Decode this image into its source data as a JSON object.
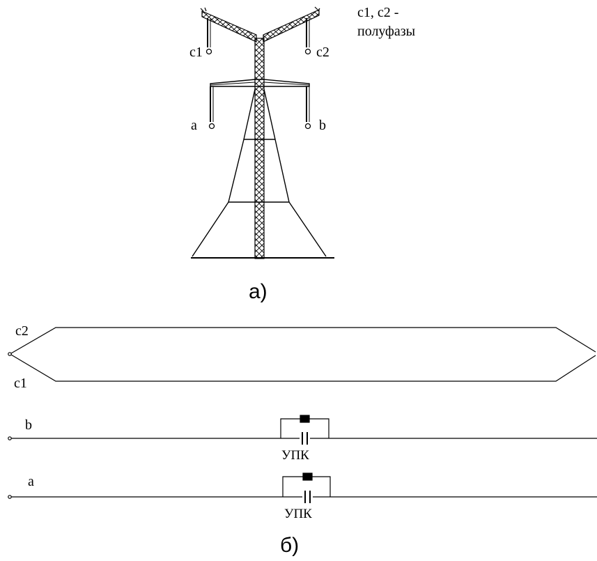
{
  "tower": {
    "phase_labels": {
      "c1": "c1",
      "c2": "c2",
      "a": "a",
      "b": "b"
    },
    "note_line1": "c1, c2 -",
    "note_line2": "полуфазы"
  },
  "caption_a": "а)",
  "line_scheme": {
    "labels": {
      "c2": "c2",
      "c1": "c1",
      "b": "b",
      "a": "a"
    },
    "upk_label_b": "УПК",
    "upk_label_a": "УПК"
  },
  "caption_b": "б)",
  "colors": {
    "stroke": "#000000",
    "background": "#ffffff"
  }
}
